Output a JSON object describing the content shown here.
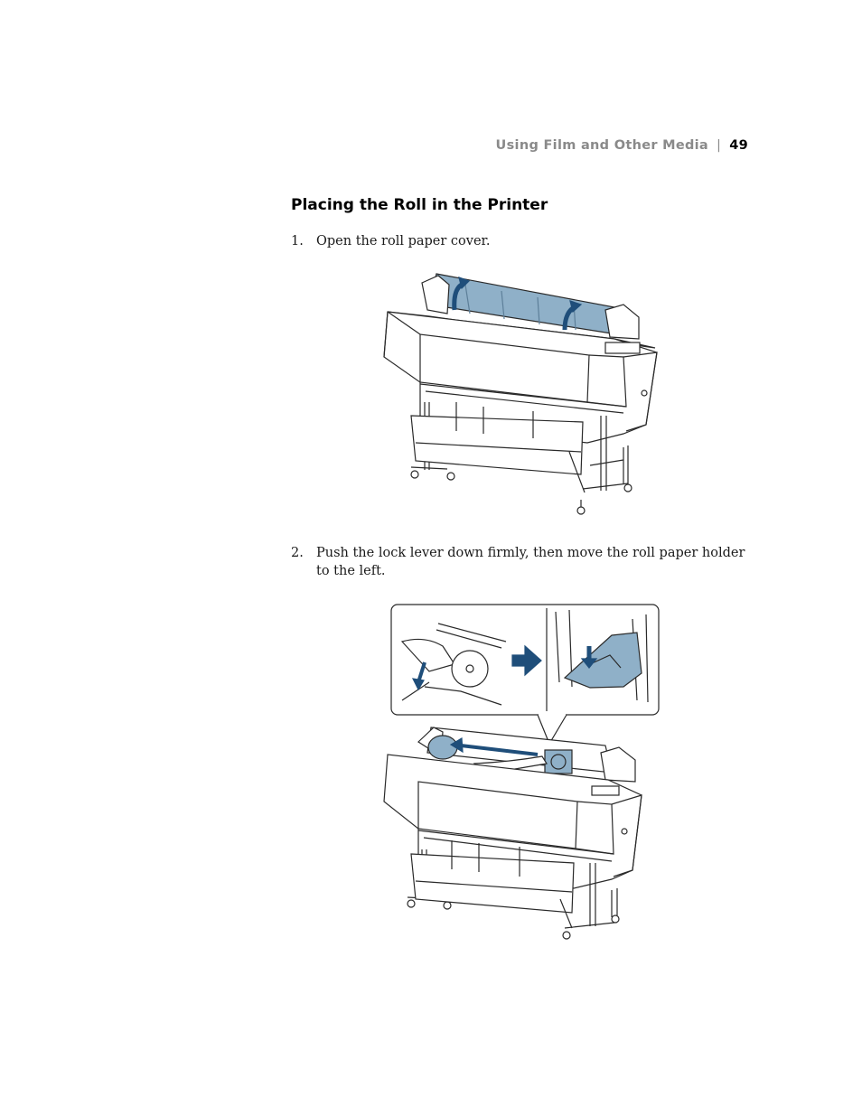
{
  "header": {
    "section": "Using Film and Other Media",
    "separator": "|",
    "page_number": "49"
  },
  "heading": "Placing the Roll in the Printer",
  "steps": [
    {
      "number": "1.",
      "text": "Open the roll paper cover."
    },
    {
      "number": "2.",
      "text": "Push the lock lever down firmly, then move the roll paper holder to the left."
    }
  ],
  "colors": {
    "accent_blue": "#8fb0c8",
    "arrow_blue": "#1f4e7a",
    "line": "#2a2a2a"
  }
}
